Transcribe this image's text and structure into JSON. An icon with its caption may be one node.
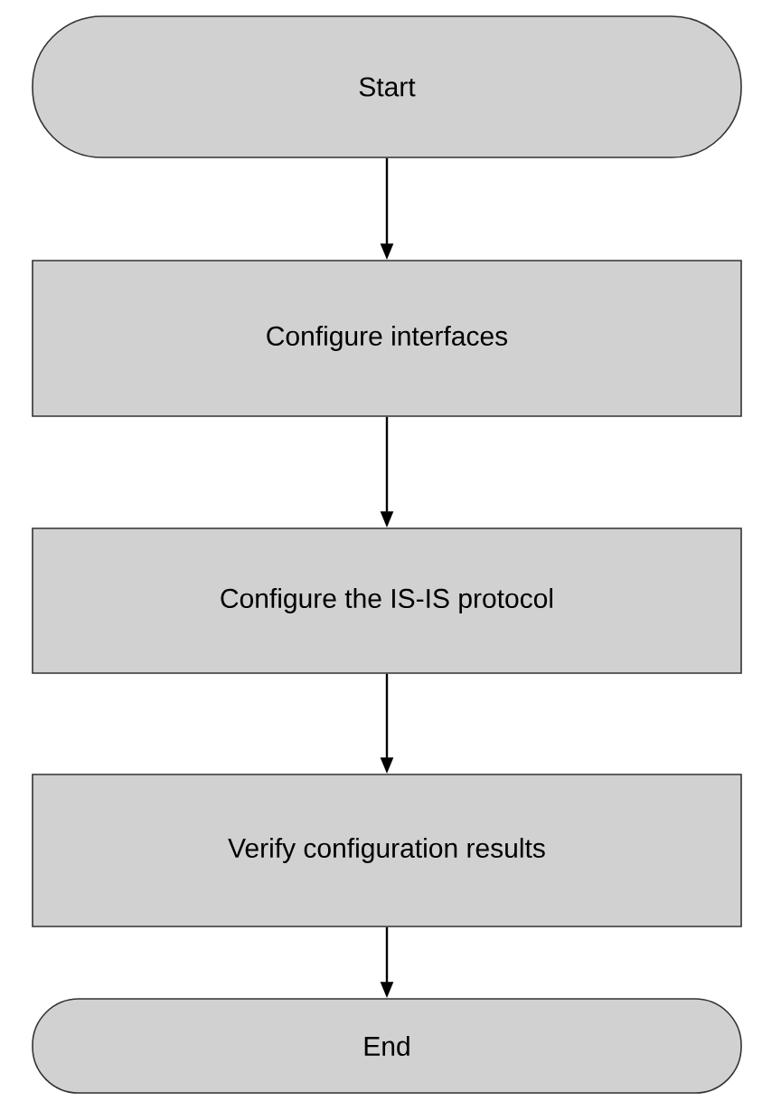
{
  "diagram": {
    "nodes": [
      {
        "text": [
          "Start"
        ]
      },
      {
        "text": [
          "Configure interfaces"
        ]
      },
      {
        "text": [
          "Configure the IS-IS protocol"
        ]
      },
      {
        "text": [
          "Verify configuration results"
        ]
      },
      {
        "text": [
          "End"
        ]
      }
    ],
    "edges": [
      {
        "from": 0,
        "to": 1,
        "arrow": "to"
      },
      {
        "from": 1,
        "to": 2,
        "arrow": "to"
      },
      {
        "from": 2,
        "to": 3,
        "arrow": "to"
      },
      {
        "from": 3,
        "to": 4,
        "arrow": "to"
      }
    ]
  }
}
